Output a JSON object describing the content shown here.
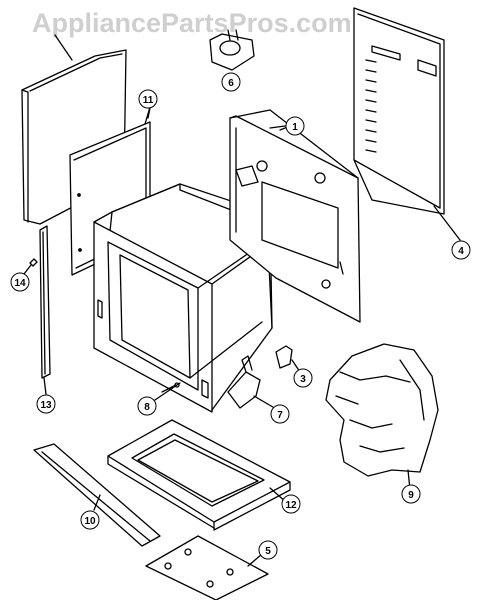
{
  "watermark": "AppliancePartsPros.com",
  "callouts": [
    "1",
    "3",
    "4",
    "5",
    "6",
    "7",
    "8",
    "9",
    "10",
    "11",
    "12",
    "13",
    "14"
  ]
}
